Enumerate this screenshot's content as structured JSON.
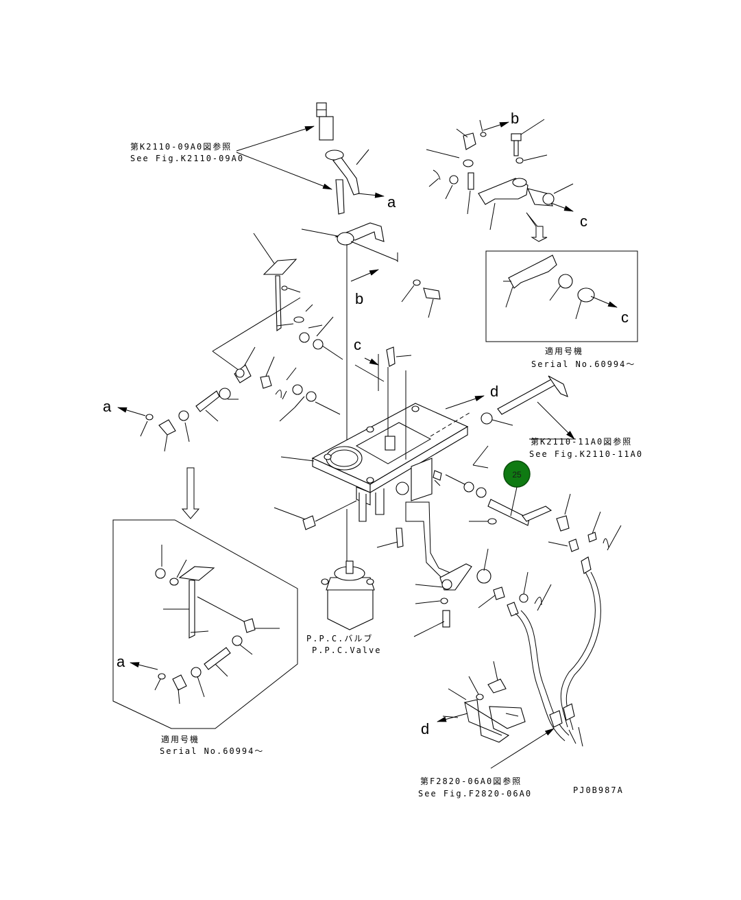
{
  "refs": {
    "k2110_09a0_jp": "第K2110-09A0図参照",
    "k2110_09a0_en": "See Fig.K2110-09A0",
    "k2110_11a0_jp": "第K2110-11A0図参照",
    "k2110_11a0_en": "See Fig.K2110-11A0",
    "f2820_06a0_jp": "第F2820-06A0図参照",
    "f2820_06a0_en": "See Fig.F2820-06A0"
  },
  "serial": {
    "jp": "適用号機",
    "en": "Serial No.60994〜"
  },
  "ppc": {
    "jp": "P.P.C.バルブ",
    "en": "P.P.C.Valve"
  },
  "letters": {
    "a": "a",
    "b": "b",
    "c": "c",
    "d": "d"
  },
  "hotspot": {
    "label": "25",
    "color": "#0f7a12"
  },
  "drawing_no": "PJ0B987A"
}
